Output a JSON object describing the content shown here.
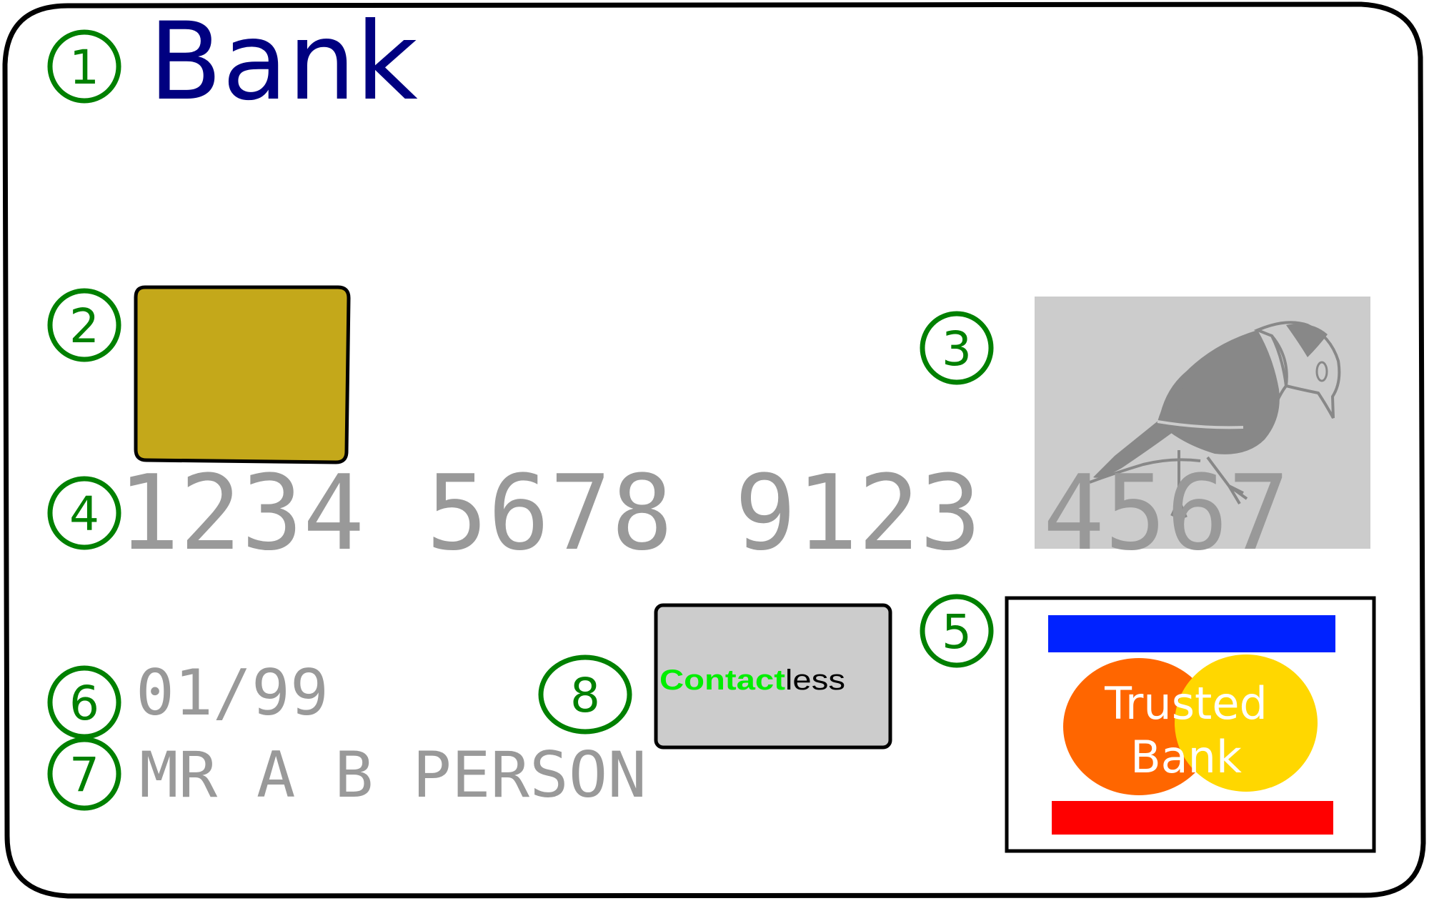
{
  "card": {
    "bank_name": "Bank",
    "card_number": "1234 5678 9123 4567",
    "expiry": "01/99",
    "cardholder_name": "MR A B PERSON",
    "contactless": {
      "highlighted_part": "Contact",
      "rest": "less"
    },
    "network_logo": {
      "line1": "Trusted",
      "line2": "Bank"
    }
  },
  "callouts": [
    {
      "number": "1",
      "target": "bank-name"
    },
    {
      "number": "2",
      "target": "chip"
    },
    {
      "number": "3",
      "target": "hologram"
    },
    {
      "number": "4",
      "target": "card-number"
    },
    {
      "number": "5",
      "target": "network-logo"
    },
    {
      "number": "6",
      "target": "expiry-date"
    },
    {
      "number": "7",
      "target": "cardholder-name"
    },
    {
      "number": "8",
      "target": "contactless-symbol"
    }
  ],
  "colors": {
    "bank_name": "#000080",
    "callout": "#008000",
    "chip": "#c4a81a",
    "hologram_bg": "#cccccc",
    "bird": "#888888",
    "embossed_text": "#999999",
    "contactless_highlight": "#00ee00",
    "logo_bar_top": "#0022ff",
    "logo_bar_bottom": "#ff0000",
    "logo_circle_left": "#ff6600",
    "logo_circle_right": "#ffd700"
  }
}
